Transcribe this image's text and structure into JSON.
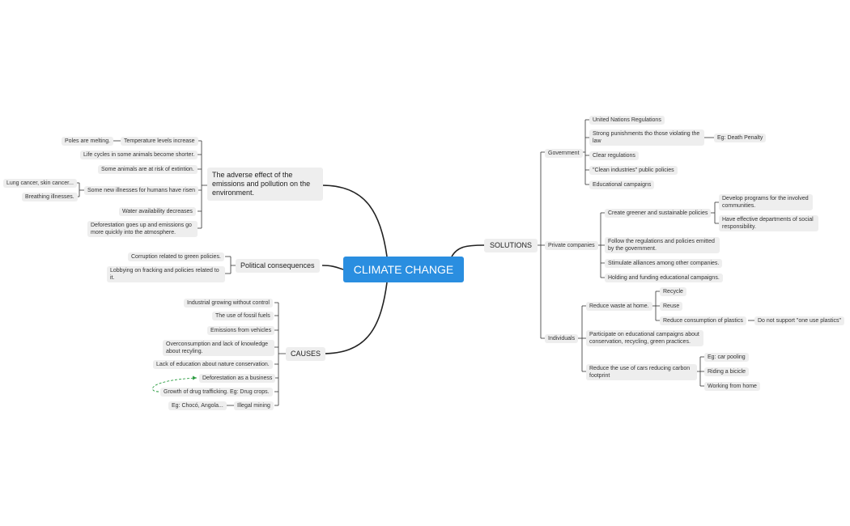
{
  "central": "CLIMATE CHANGE",
  "solutions": {
    "label": "SOLUTIONS",
    "government": {
      "label": "Government",
      "un": "United Nations Regulations",
      "punish": "Strong punishments tho those violating the law",
      "death": "Eg: Death Penalty",
      "clear": "Clear regulations",
      "clean": "\"Clean industries\" public policies",
      "edu": "Educational campaigns"
    },
    "private": {
      "label": "Private companies",
      "greener": "Create greener and sustainable policies",
      "programs": "Develop programs for the involved communities.",
      "departments": "Have effective departments of social responsibility.",
      "follow": "Follow the regulations and policies emitted by the government.",
      "alliances": "Stimulate alliances among other companies.",
      "holding": "Holding and funding educational campaigns."
    },
    "individuals": {
      "label": "Individuals",
      "waste": "Reduce waste at home.",
      "recycle": "Recycle",
      "reuse": "Reuse",
      "plastics": "Reduce consumption of plastics",
      "one_use": "Do not support \"one use plastics\"",
      "participate": "Participate on educational campaigns about conservation, recycling, green practices.",
      "cars": "Reduce the use of cars reducing carbon footprint",
      "pooling": "Eg: car pooling",
      "bicicle": "Riding a bicicle",
      "home": "Working from home"
    }
  },
  "adverse": {
    "label": "The adverse effect of the emissions and pollution on the environment.",
    "temp": "Temperature levels increase",
    "poles": "Poles are melting.",
    "lifecycles": "Life cycles in some animals become shorter.",
    "extinction": "Some animals are at risk of extintion.",
    "illnesses": "Some new illnesses for humans have risen",
    "cancer": "Lung cancer, skin cancer...",
    "breathing": "Breathing illnesses.",
    "water": "Water availability decreases",
    "deforest": "Deforestation  goes up and emissions go more quickly into the atmosphere."
  },
  "political": {
    "label": "Political consequences",
    "corruption": "Corruption related to green policies.",
    "lobbying": "Lobbying on fracking and policies related to it."
  },
  "causes": {
    "label": "CAUSES",
    "industrial": "Industrial growing without control",
    "fossil": "The use of fossil fuels",
    "vehicles": "Emissions from vehicles",
    "overconsumption": "Overconsumption and lack of knowledge about recyling.",
    "education": "Lack of education about nature conservation.",
    "deforestation": "Deforestation as a business",
    "drug": "Growth of drug trafficking. Eg: Drug crops.",
    "mining": "Illegal mining",
    "choco": "Eg: Chocó, Angola..."
  },
  "colors": {
    "central": "#2a8ee0",
    "node": "#eeeeee",
    "line": "#222222",
    "relation": "#2f9e44"
  }
}
